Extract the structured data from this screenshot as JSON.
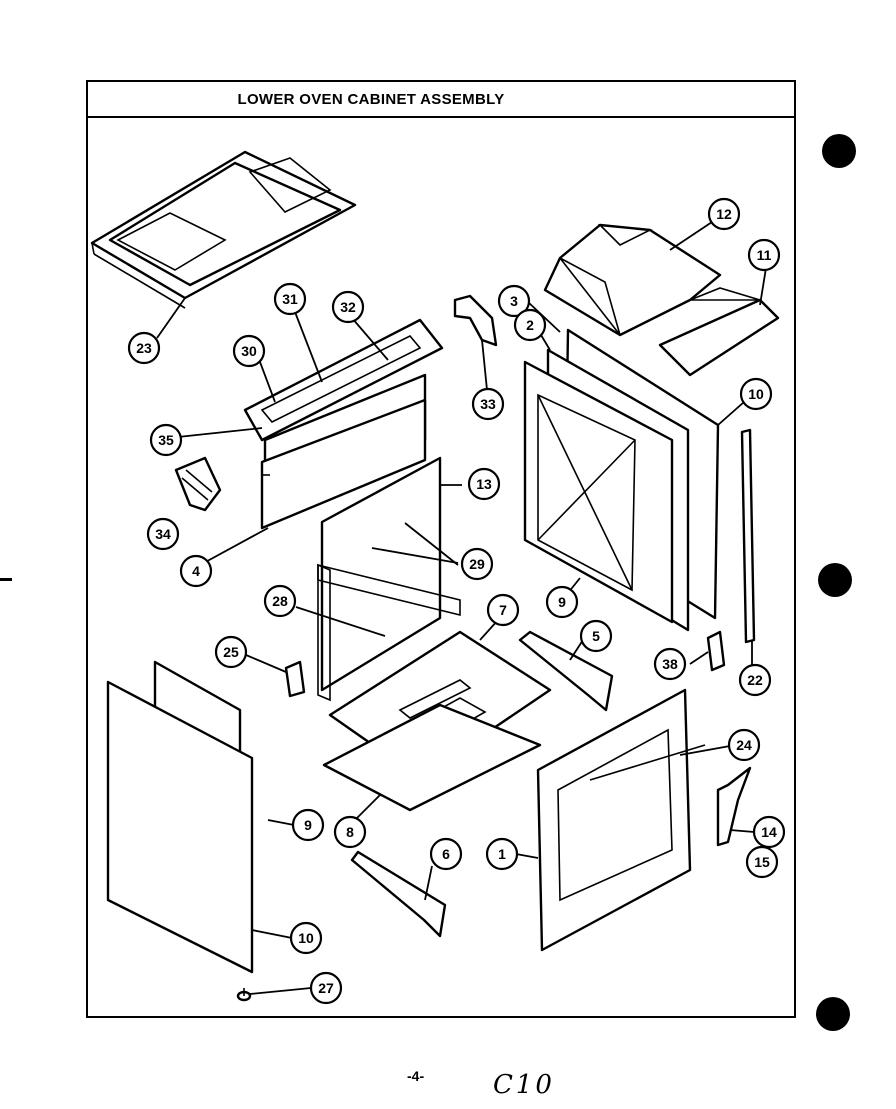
{
  "title": "LOWER OVEN CABINET ASSEMBLY",
  "footer": {
    "page": "-4-",
    "code": "C10"
  },
  "callouts": [
    "23",
    "31",
    "32",
    "30",
    "35",
    "34",
    "4",
    "33",
    "3",
    "2",
    "12",
    "11",
    "10",
    "9",
    "22",
    "13",
    "29",
    "28",
    "25",
    "7",
    "5",
    "38",
    "24",
    "1",
    "14",
    "15",
    "8",
    "9",
    "10",
    "6",
    "27"
  ]
}
